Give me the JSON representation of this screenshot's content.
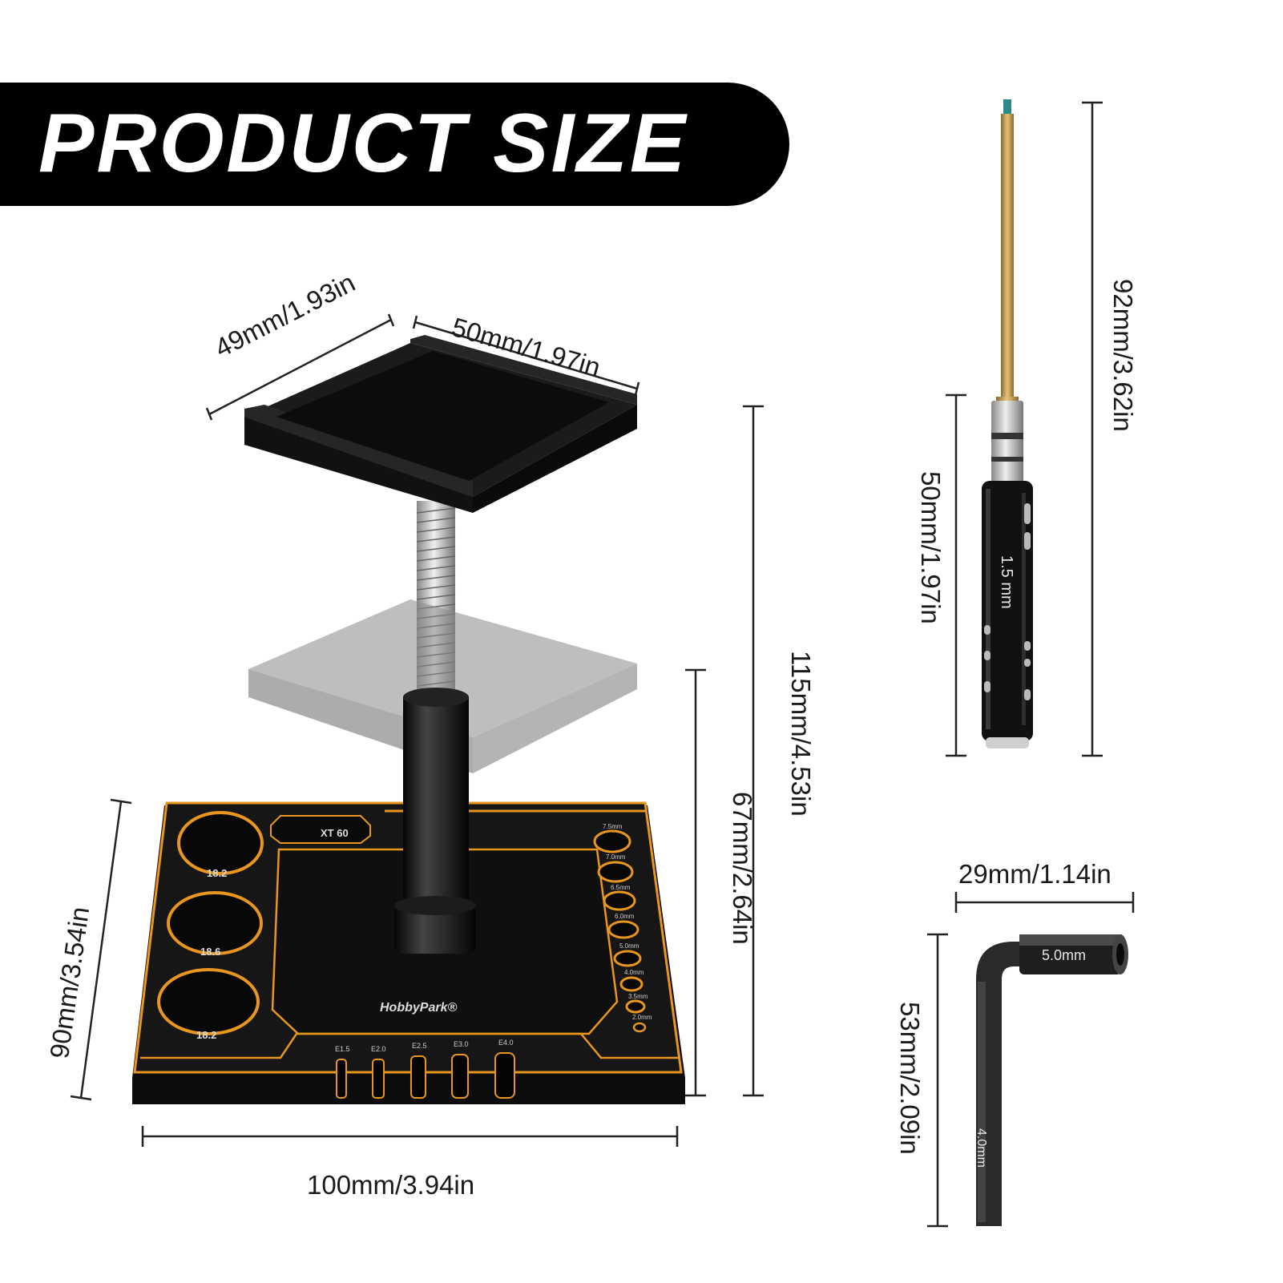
{
  "header": {
    "title": "PRODUCT SIZE"
  },
  "colors": {
    "accent": "#e8961f",
    "body": "#151515",
    "brass": "#c9a04a",
    "banner": "#000000"
  },
  "stand": {
    "tray_depth_label": "49mm/1.93in",
    "tray_width_label": "50mm/1.97in",
    "total_height_label": "115mm/4.53in",
    "adjust_height_label": "67mm/2.64in",
    "base_depth_label": "90mm/3.54in",
    "base_width_label": "100mm/3.94in",
    "engraving": {
      "slot": "XT 60",
      "holes": [
        "18.2",
        "18.6",
        "18.2"
      ],
      "brand": "HobbyPark®",
      "sizes": [
        "7.5mm",
        "7.0mm",
        "6.5mm",
        "6.0mm",
        "5.0mm",
        "4.0mm",
        "3.5mm",
        "2.0mm"
      ],
      "slots": [
        "E1.5",
        "E2.0",
        "E2.5",
        "E3.0",
        "E4.0"
      ]
    }
  },
  "screwdriver": {
    "total_length_label": "92mm/3.62in",
    "handle_length_label": "50mm/1.97in",
    "marking": "1.5 mm"
  },
  "wrench": {
    "width_label": "29mm/1.14in",
    "height_label": "53mm/2.09in",
    "short_arm_marking": "5.0mm",
    "long_arm_marking": "4.0mm"
  }
}
